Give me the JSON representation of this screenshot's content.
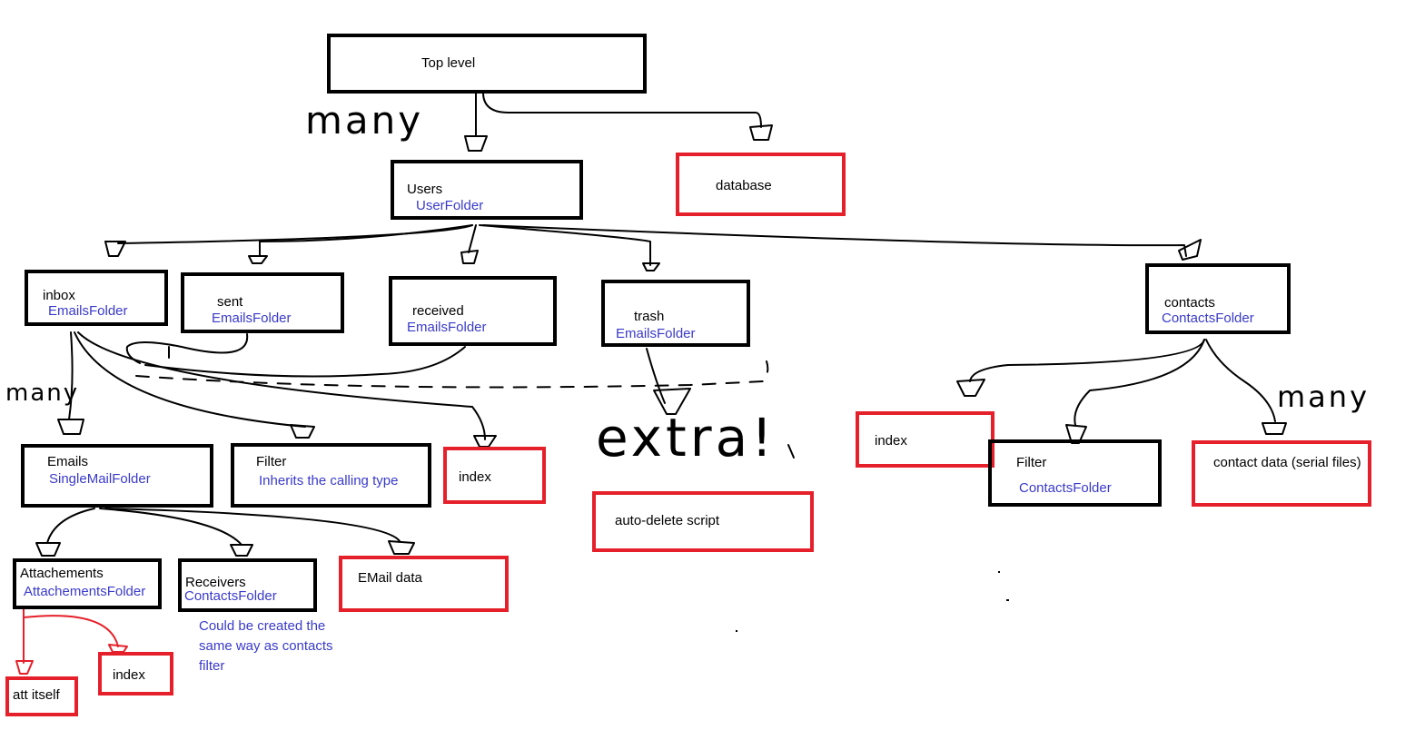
{
  "colors": {
    "ink": "#000000",
    "type_text": "#3a3acb",
    "red_box": "#e5202a",
    "background": "#ffffff"
  },
  "nodes": {
    "top_level": {
      "name": "Top level"
    },
    "database": {
      "name": "database"
    },
    "users": {
      "name": "Users",
      "type": "UserFolder"
    },
    "inbox": {
      "name": "inbox",
      "type": "EmailsFolder"
    },
    "sent": {
      "name": "sent",
      "type": "EmailsFolder"
    },
    "received": {
      "name": "received",
      "type": "EmailsFolder"
    },
    "trash": {
      "name": "trash",
      "type": "EmailsFolder"
    },
    "contacts": {
      "name": "contacts",
      "type": "ContactsFolder"
    },
    "emails": {
      "name": "Emails",
      "type": "SingleMailFolder"
    },
    "filter": {
      "name": "Filter",
      "type": "Inherits the calling type"
    },
    "inbox_index": {
      "name": "index"
    },
    "auto_delete": {
      "name": "auto-delete script"
    },
    "contacts_index": {
      "name": "index"
    },
    "contacts_filter": {
      "name": "Filter",
      "type": "ContactsFolder"
    },
    "contact_data": {
      "name": "contact data (serial files)"
    },
    "attachements": {
      "name": "Attachements",
      "type": "AttachementsFolder"
    },
    "receivers": {
      "name": "Receivers",
      "type": "ContactsFolder"
    },
    "email_data": {
      "name": "EMail data"
    },
    "att_itself": {
      "name": "att itself"
    },
    "att_index": {
      "name": "index"
    }
  },
  "notes": {
    "receivers_note": "Could be created the same way as contacts filter"
  },
  "handwriting": {
    "many_top": "many",
    "many_left": "many",
    "many_right": "many",
    "extra": "extra!"
  }
}
